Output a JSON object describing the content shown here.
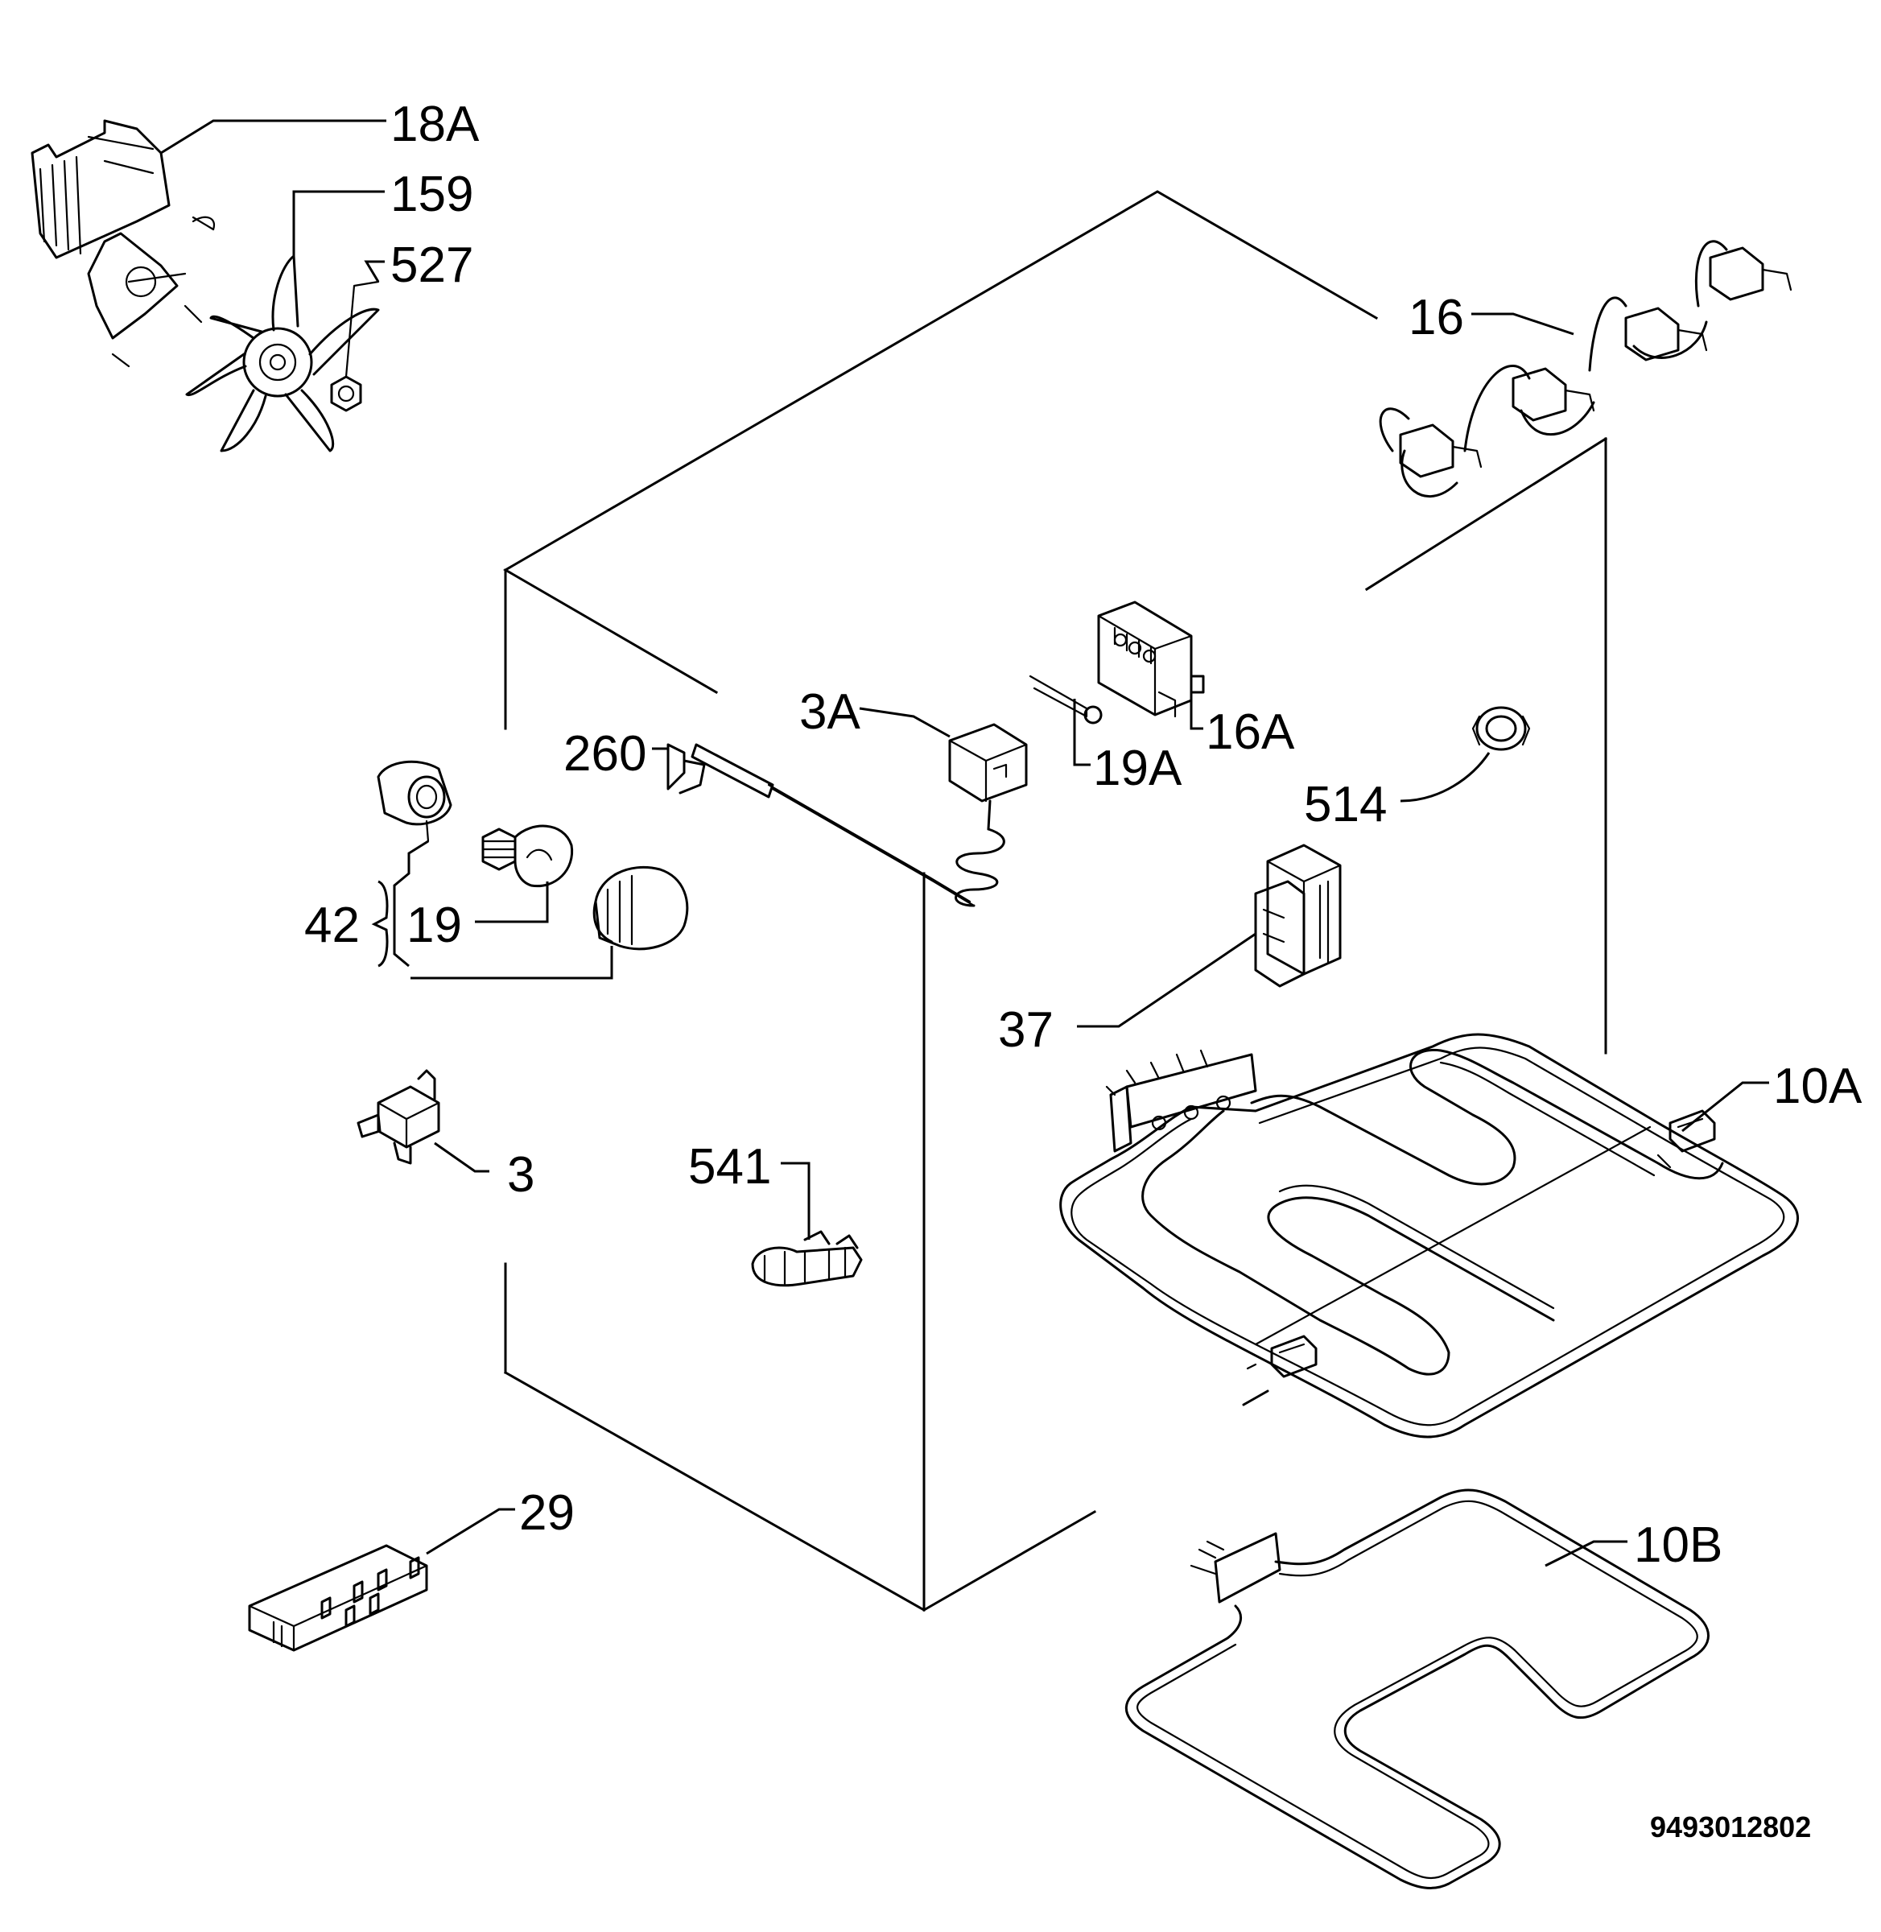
{
  "diagram_code": "9493012802",
  "labels": {
    "p18a": "18A",
    "p159": "159",
    "p527": "527",
    "p16": "16",
    "p3a": "3A",
    "p260": "260",
    "p19a": "19A",
    "p16a": "16A",
    "p514": "514",
    "p42": "42",
    "p19": "19",
    "p37": "37",
    "p10a": "10A",
    "p3": "3",
    "p541": "541",
    "p29": "29",
    "p10b": "10B"
  }
}
